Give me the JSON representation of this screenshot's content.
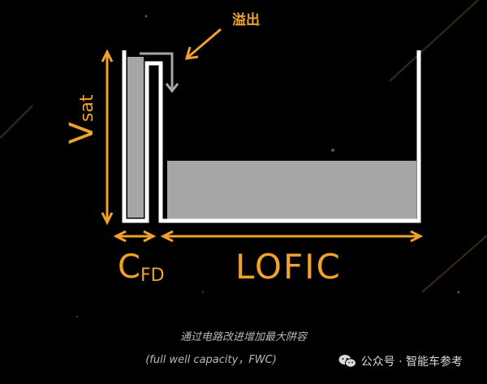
{
  "diagram": {
    "overflow_label": "溢出",
    "vsat": {
      "main": "V",
      "sub": "sat"
    },
    "cfd": {
      "main": "C",
      "sub": "FD"
    },
    "lofic_label": "LOFIC",
    "caption_line1": "通过电路改进增加最大阱容",
    "caption_line2": "(full well capacity，FWC)"
  },
  "watermark": {
    "text": "公众号 · 智能车参考"
  },
  "colors": {
    "background": "#000000",
    "accent": "#f0a22a",
    "fill": "#a6a6a6",
    "wall": "#ffffff",
    "overflow_arrow": "#a6a6a6",
    "caption": "#b9b9b9"
  }
}
